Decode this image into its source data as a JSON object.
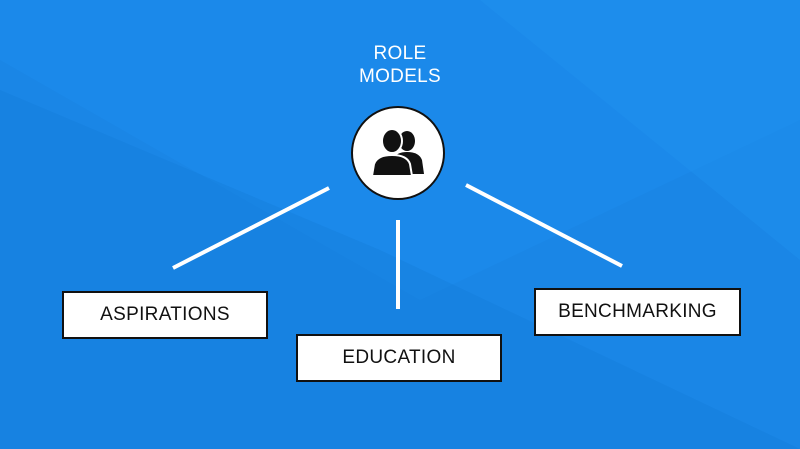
{
  "diagram": {
    "root": {
      "line1": "ROLE",
      "line2": "MODELS",
      "icon": "people-icon"
    },
    "nodes": [
      {
        "label": "ASPIRATIONS"
      },
      {
        "label": "EDUCATION"
      },
      {
        "label": "BENCHMARKING"
      }
    ]
  },
  "colors": {
    "background": "#1a86e6",
    "connector": "#ffffff",
    "box_fill": "#ffffff",
    "box_border": "#111111",
    "text_light": "#ffffff",
    "text_dark": "#111111"
  }
}
